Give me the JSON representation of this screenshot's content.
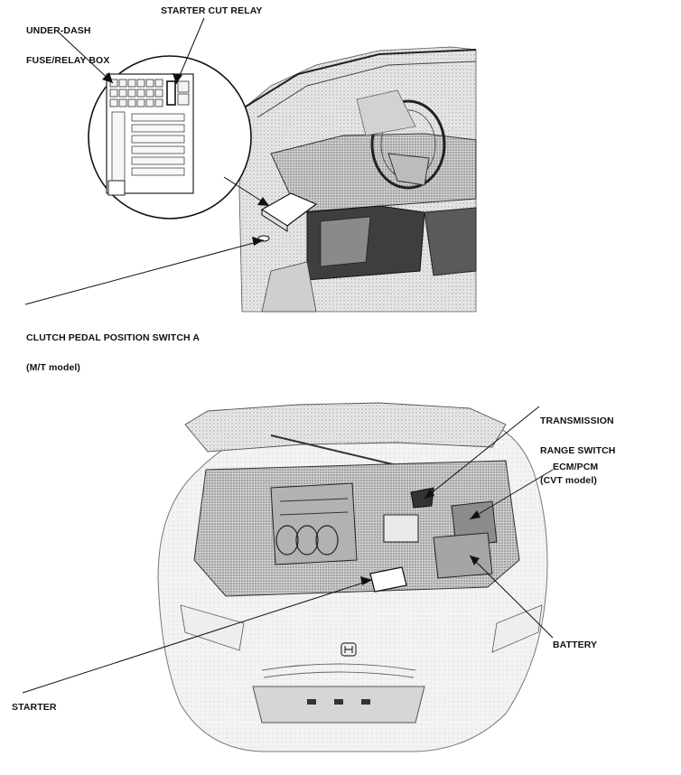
{
  "labels": {
    "under_dash_box": [
      "UNDER-DASH",
      "FUSE/RELAY BOX"
    ],
    "starter_cut_relay": "STARTER CUT RELAY",
    "clutch_switch": [
      "CLUTCH PEDAL POSITION SWITCH A",
      "(M/T model)"
    ],
    "transmission_switch": [
      "TRANSMISSION",
      "RANGE SWITCH",
      "(CVT model)"
    ],
    "ecm_pcm": "ECM/PCM",
    "battery": "BATTERY",
    "starter": "STARTER"
  },
  "colors": {
    "ink": "#111111",
    "shade": "#bdbdbd",
    "light": "#e6e6e6",
    "paper": "#ffffff"
  },
  "icons": [
    "honda-logo-icon"
  ]
}
